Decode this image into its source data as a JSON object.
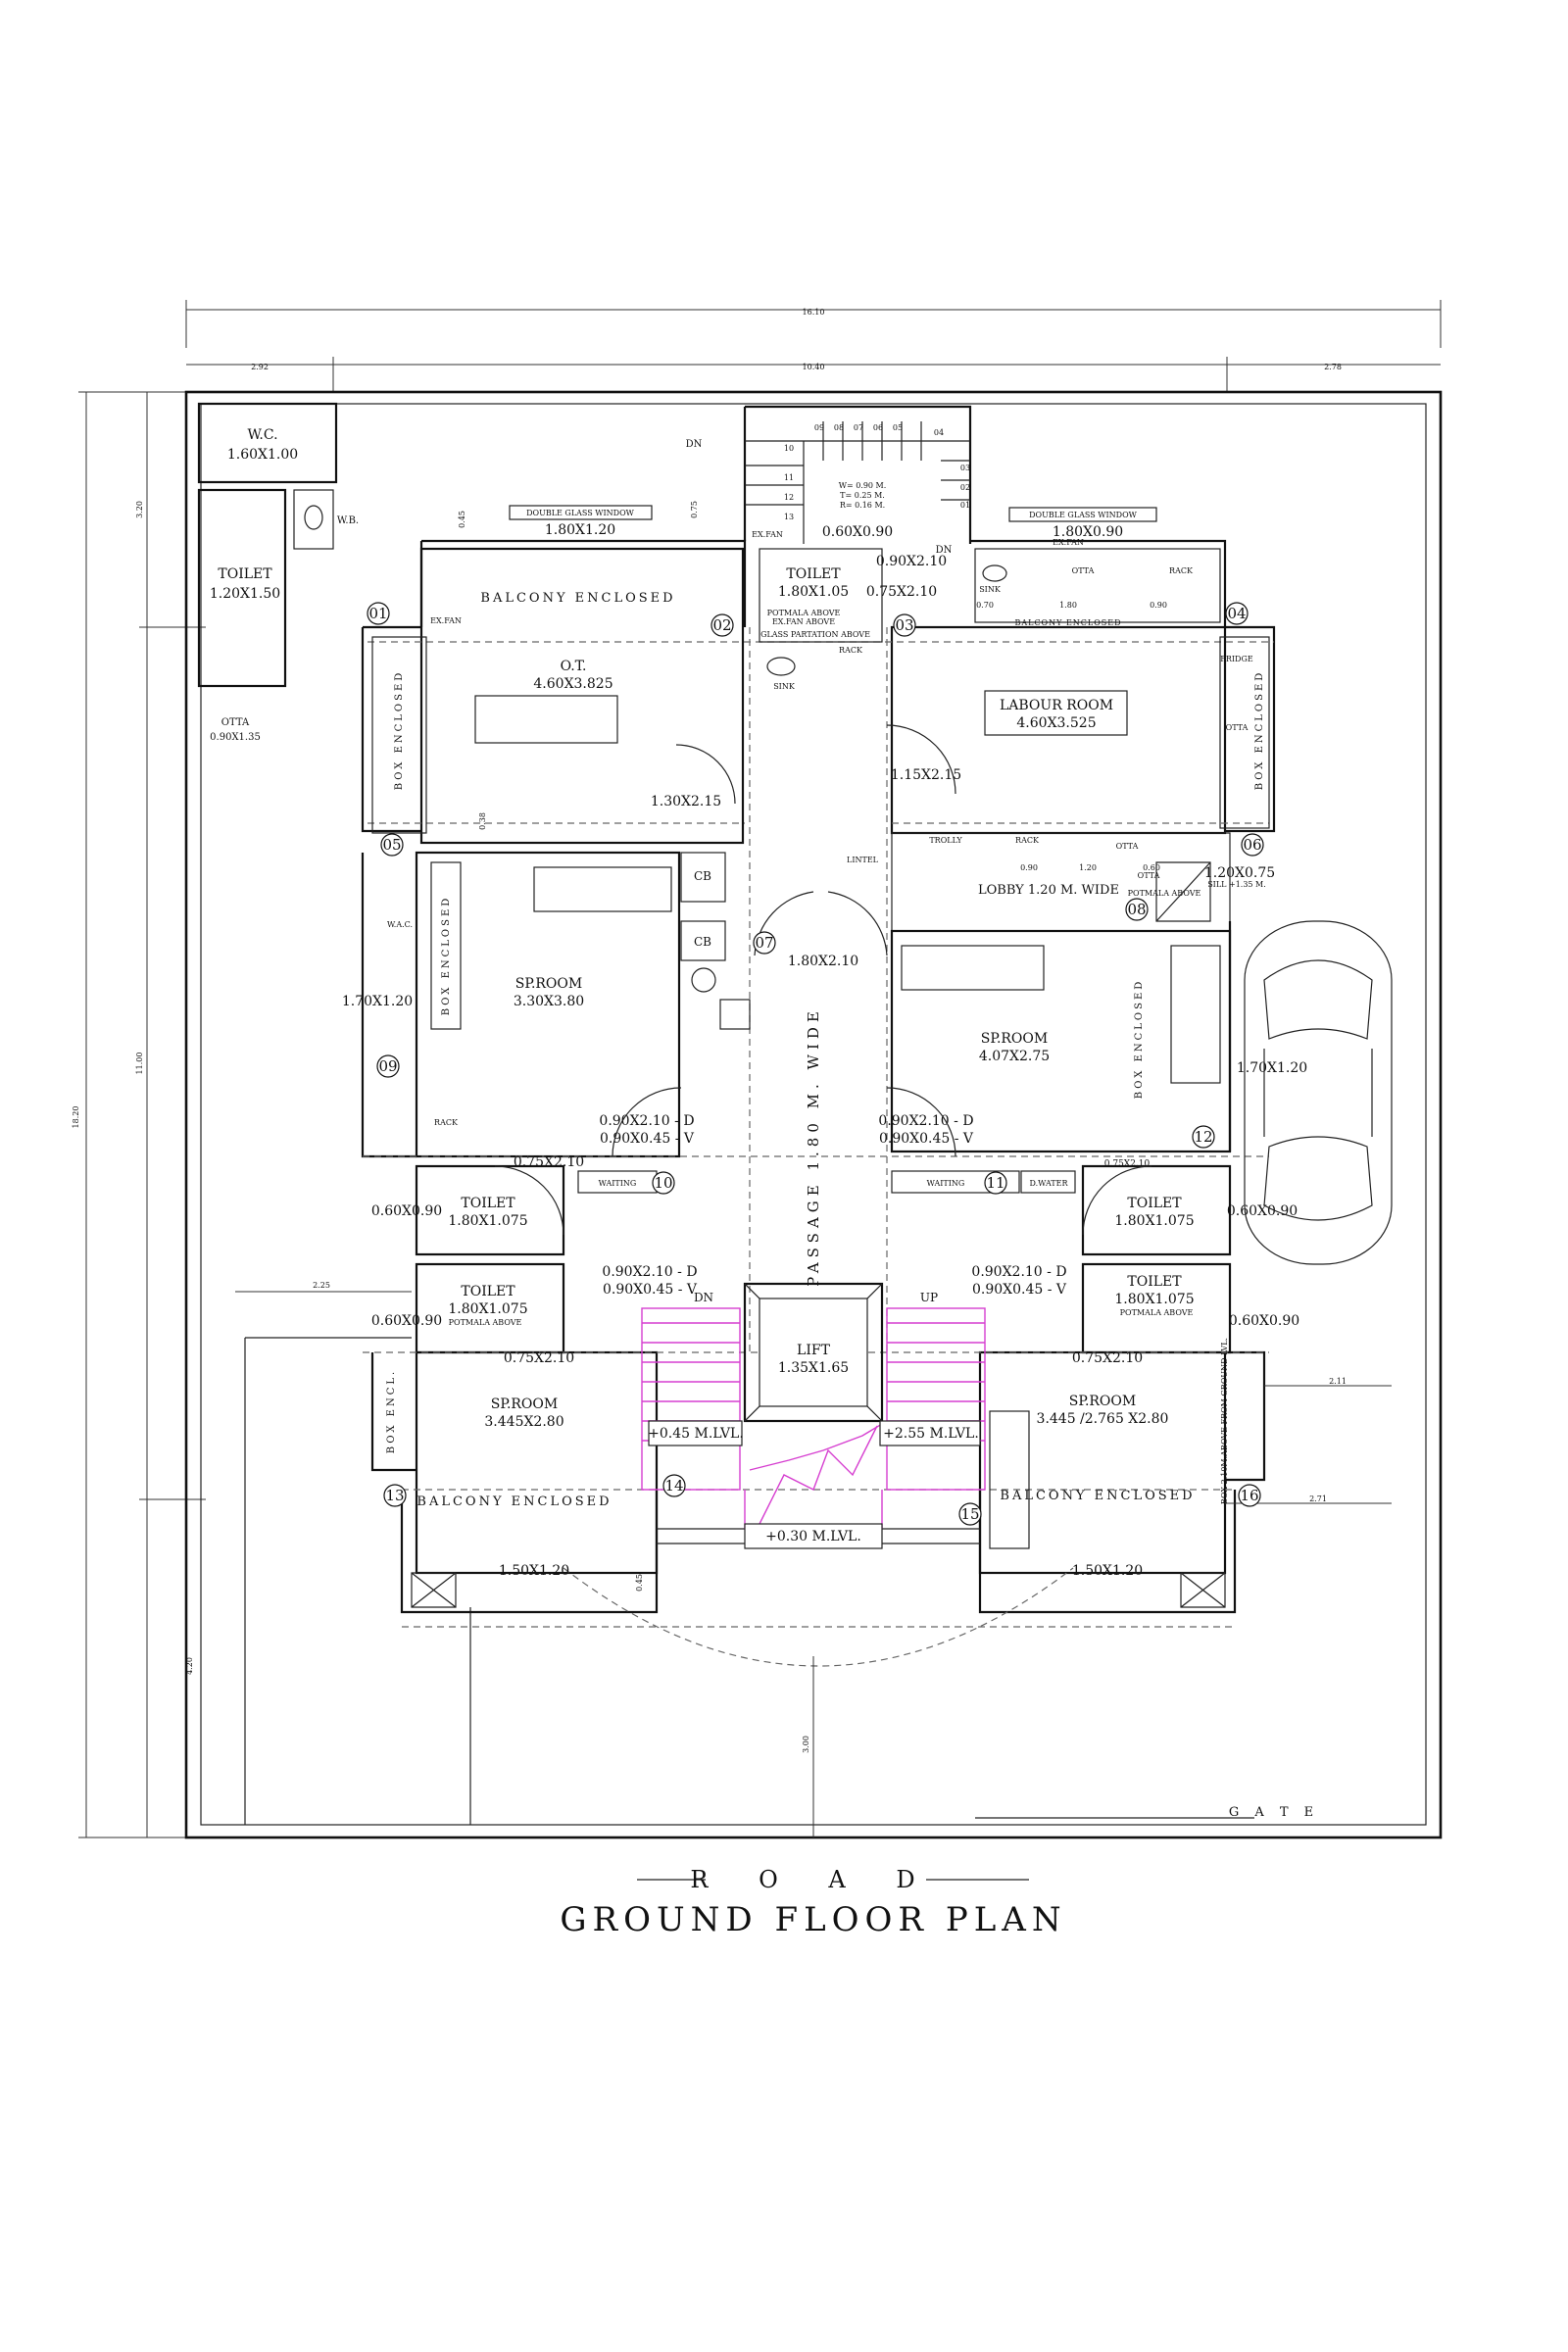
{
  "drawing": {
    "title": "GROUND FLOOR PLAN",
    "road": "R O A D",
    "gate": "G A T E"
  },
  "dimensions": {
    "top_overall": "16.10",
    "top_left": "2.92",
    "top_mid": "10.40",
    "top_right": "2.78",
    "left_overall": "18.20",
    "left_top": "3.20",
    "left_mid": "11.00",
    "left_low": "4.20",
    "front_setback": "3.00",
    "right_a": "2.11",
    "right_b": "2.71",
    "side_mark": "2.25",
    "stair_w": "0.45",
    "stair_h": "0.75",
    "small_a": "0.45",
    "small_b": "0.38",
    "small_c": "0.45",
    "kitchen_a": "0.70",
    "kitchen_b": "1.80",
    "kitchen_c": "0.90",
    "lobby_a": "0.90",
    "lobby_b": "1.20",
    "lobby_c": "0.60"
  },
  "rooms": {
    "wc": "W.C.",
    "wc_size": "1.60X1.00",
    "wb": "W.B.",
    "toilet_out": "TOILET",
    "toilet_out_size": "1.20X1.50",
    "otta_out": "OTTA",
    "otta_out_size": "0.90X1.35",
    "balcony_top": "BALCONY ENCLOSED",
    "ot": "O.T.",
    "ot_size": "4.60X3.825",
    "box_enclosed_left": "BOX ENCLOSED",
    "toilet_top": "TOILET",
    "toilet_top_size": "1.80X1.05",
    "potmala_above": "POTMALA ABOVE",
    "exfan_above": "EX.FAN ABOVE",
    "glass_partition": "GLASS PARTATION ABOVE",
    "rack": "RACK",
    "sink": "SINK",
    "labour": "LABOUR ROOM",
    "labour_size": "4.60X3.525",
    "balcony_right_top": "BALCONY ENCLOSED",
    "fridge": "FRIDGE",
    "otta": "OTTA",
    "box_enclosed_right": "BOX ENCLOSED",
    "trolly": "TROLLY",
    "lintel": "LINTEL",
    "lobby": "LOBBY 1.20 M. WIDE",
    "sill": "SILL +1.35 M.",
    "potmala_above2": "POTMALA ABOVE",
    "cb": "CB",
    "sp_room_left": "SP.ROOM",
    "sp_room_left_size": "3.30X3.80",
    "box_enclosed_mid": "BOX ENCLOSED",
    "wac": "W.A.C.",
    "sp_room_right": "SP.ROOM",
    "sp_room_right_size": "4.07X2.75",
    "box_enclosed_r2": "BOX ENCLOSED",
    "passage": "PASSAGE 1.80 M. WIDE",
    "waiting": "WAITING",
    "dwater": "D.WATER",
    "toilet": "TOILET",
    "toilet_size": "1.80X1.075",
    "potmala_above3": "POTMALA ABOVE",
    "dn": "DN",
    "up": "UP",
    "lift": "LIFT",
    "lift_size": "1.35X1.65",
    "lvl_left": "+0.45 M.LVL.",
    "lvl_right": "+2.55 M.LVL.",
    "lvl_bottom": "+0.30 M.LVL.",
    "sp_room_bl": "SP.ROOM",
    "sp_room_bl_size": "3.445X2.80",
    "sp_room_br": "SP.ROOM",
    "sp_room_br_size": "3.445 /2.765 X2.80",
    "box_encl": "BOX ENCL.",
    "box_note": "BOX 2.10M.ABOVE FROM GROUND LVL.",
    "balcony_bl": "BALCONY ENCLOSED",
    "balcony_br": "BALCONY ENCLOSED",
    "exfan": "EX.FAN"
  },
  "openings": {
    "dgw_left": "DOUBLE GLASS WINDOW",
    "dgw_left_size": "1.80X1.20",
    "dgw_right": "DOUBLE GLASS WINDOW",
    "dgw_right_size": "1.80X0.90",
    "win_060x090_top": "0.60X0.90",
    "door_090x210_top": "0.90X2.10",
    "door_075x210_top": "0.75X2.10",
    "door_130x215": "1.30X2.15",
    "door_115x215": "1.15X2.15",
    "win_120x075": "1.20X0.75",
    "door_180x210": "1.80X2.10",
    "win_170x120_l": "1.70X1.20",
    "win_170x120_r": "1.70X1.20",
    "door_D": "0.90X2.10 - D",
    "win_V": "0.90X0.45 - V",
    "door_075x210": "0.75X2.10",
    "win_060x090": "0.60X0.90",
    "win_150x120": "1.50X1.20"
  },
  "stair": {
    "dn": "DN",
    "spec_w": "W= 0.90 M.",
    "spec_t": "T= 0.25 M.",
    "spec_r": "R= 0.16 M.",
    "steps": [
      "09",
      "08",
      "07",
      "06",
      "05",
      "04",
      "03",
      "02",
      "01",
      "10",
      "11",
      "12",
      "13"
    ]
  },
  "grid_markers": [
    "01",
    "02",
    "03",
    "04",
    "05",
    "06",
    "07",
    "08",
    "09",
    "10",
    "11",
    "12",
    "13",
    "14",
    "15",
    "16"
  ]
}
